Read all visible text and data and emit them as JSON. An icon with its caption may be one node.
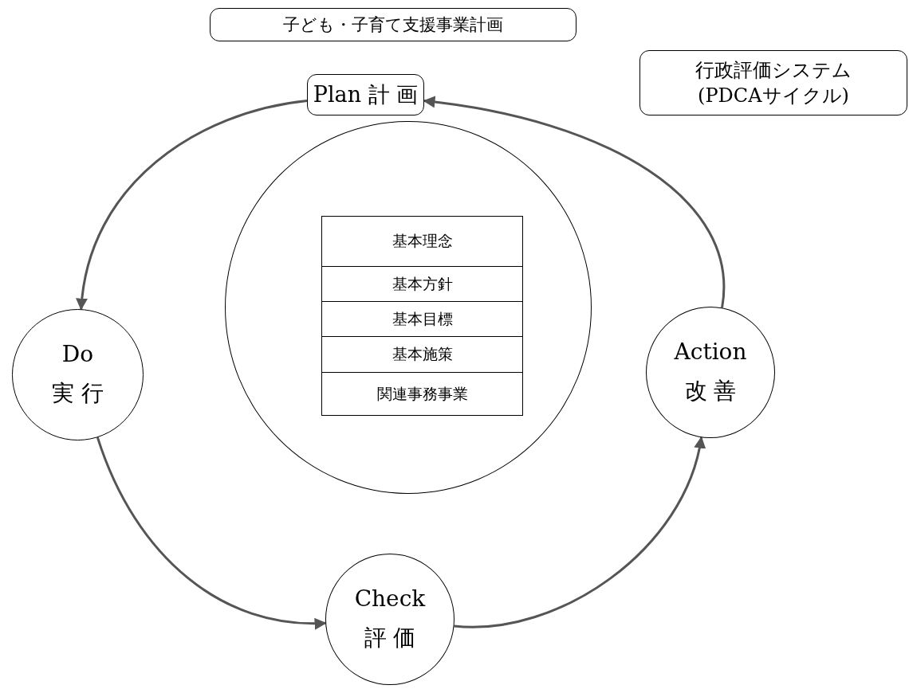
{
  "diagram": {
    "nodes": [
      {
        "text": [
          "子ども・子育て支援事業計画"
        ]
      },
      {
        "text": [
          "Plan 計 画"
        ]
      },
      {
        "text": [
          "行政評価システム(PDCAサイクル)"
        ]
      },
      {
        "text": [],
        "shape": "circle"
      },
      {
        "text": [
          "基本理念"
        ],
        "in": 3
      },
      {
        "text": [
          "基本方針"
        ],
        "in": 3
      },
      {
        "text": [
          "基本目標"
        ],
        "in": 3
      },
      {
        "text": [
          "基本施策"
        ],
        "in": 3
      },
      {
        "text": [
          "関連事務事業"
        ],
        "in": 3
      },
      {
        "text": [
          "Do",
          "実 行"
        ]
      },
      {
        "text": [
          "Check",
          "評 価"
        ]
      },
      {
        "text": [
          "Action",
          "改 善"
        ]
      }
    ],
    "edges": [
      {
        "from": 1,
        "to": 9,
        "arrow": "to"
      },
      {
        "from": 9,
        "to": 10,
        "arrow": "to"
      },
      {
        "from": 10,
        "to": 11,
        "arrow": "to"
      },
      {
        "from": 11,
        "to": 1,
        "arrow": "to"
      }
    ]
  }
}
